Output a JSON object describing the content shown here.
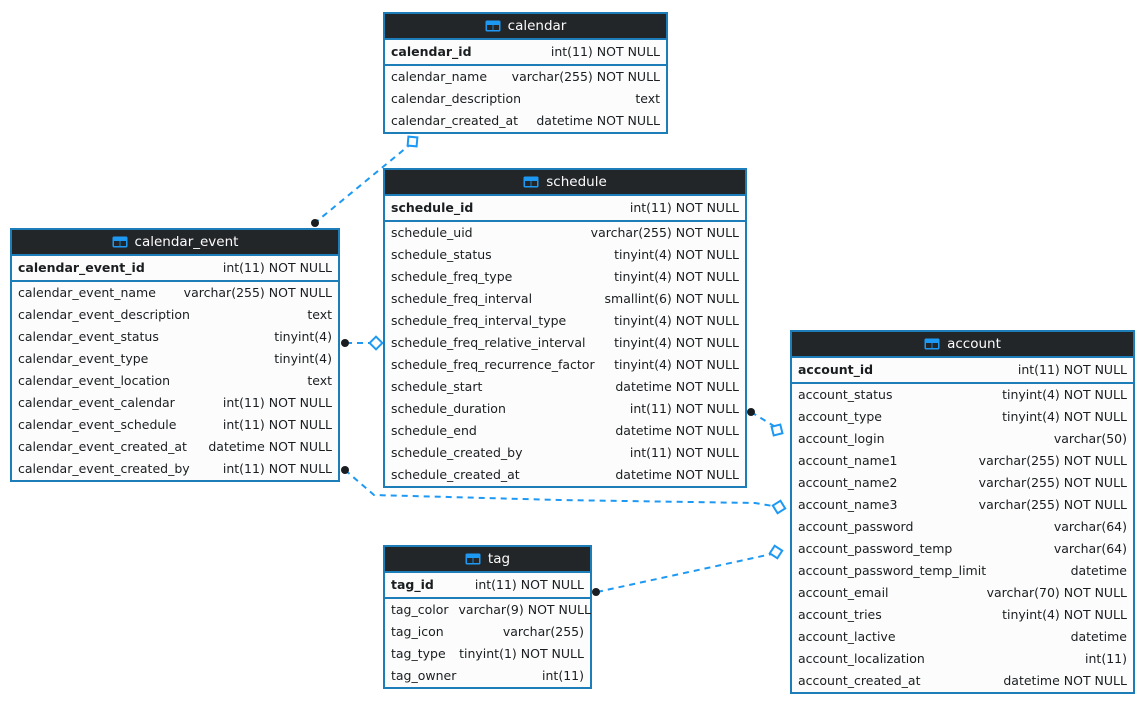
{
  "diagram": {
    "colors": {
      "table_border": "#1c7db8",
      "relation_line": "#1d99f3",
      "header_bg": "#232629",
      "header_text": "#fcfcfc",
      "body_bg": "#fcfcfc",
      "text": "#1a1e20"
    },
    "tables": [
      {
        "id": "calendar",
        "title": "calendar",
        "primary_key": {
          "name": "calendar_id",
          "type": "int(11) NOT NULL"
        },
        "columns": [
          {
            "name": "calendar_name",
            "type": "varchar(255) NOT NULL"
          },
          {
            "name": "calendar_description",
            "type": "text"
          },
          {
            "name": "calendar_created_at",
            "type": "datetime NOT NULL"
          }
        ]
      },
      {
        "id": "schedule",
        "title": "schedule",
        "primary_key": {
          "name": "schedule_id",
          "type": "int(11) NOT NULL"
        },
        "columns": [
          {
            "name": "schedule_uid",
            "type": "varchar(255) NOT NULL"
          },
          {
            "name": "schedule_status",
            "type": "tinyint(4) NOT NULL"
          },
          {
            "name": "schedule_freq_type",
            "type": "tinyint(4) NOT NULL"
          },
          {
            "name": "schedule_freq_interval",
            "type": "smallint(6) NOT NULL"
          },
          {
            "name": "schedule_freq_interval_type",
            "type": "tinyint(4) NOT NULL"
          },
          {
            "name": "schedule_freq_relative_interval",
            "type": "tinyint(4) NOT NULL"
          },
          {
            "name": "schedule_freq_recurrence_factor",
            "type": "tinyint(4) NOT NULL"
          },
          {
            "name": "schedule_start",
            "type": "datetime NOT NULL"
          },
          {
            "name": "schedule_duration",
            "type": "int(11) NOT NULL"
          },
          {
            "name": "schedule_end",
            "type": "datetime NOT NULL"
          },
          {
            "name": "schedule_created_by",
            "type": "int(11) NOT NULL"
          },
          {
            "name": "schedule_created_at",
            "type": "datetime NOT NULL"
          }
        ]
      },
      {
        "id": "calendar_event",
        "title": "calendar_event",
        "primary_key": {
          "name": "calendar_event_id",
          "type": "int(11) NOT NULL"
        },
        "columns": [
          {
            "name": "calendar_event_name",
            "type": "varchar(255) NOT NULL"
          },
          {
            "name": "calendar_event_description",
            "type": "text"
          },
          {
            "name": "calendar_event_status",
            "type": "tinyint(4)"
          },
          {
            "name": "calendar_event_type",
            "type": "tinyint(4)"
          },
          {
            "name": "calendar_event_location",
            "type": "text"
          },
          {
            "name": "calendar_event_calendar",
            "type": "int(11) NOT NULL"
          },
          {
            "name": "calendar_event_schedule",
            "type": "int(11) NOT NULL"
          },
          {
            "name": "calendar_event_created_at",
            "type": "datetime NOT NULL"
          },
          {
            "name": "calendar_event_created_by",
            "type": "int(11) NOT NULL"
          }
        ]
      },
      {
        "id": "account",
        "title": "account",
        "primary_key": {
          "name": "account_id",
          "type": "int(11) NOT NULL"
        },
        "columns": [
          {
            "name": "account_status",
            "type": "tinyint(4) NOT NULL"
          },
          {
            "name": "account_type",
            "type": "tinyint(4) NOT NULL"
          },
          {
            "name": "account_login",
            "type": "varchar(50)"
          },
          {
            "name": "account_name1",
            "type": "varchar(255) NOT NULL"
          },
          {
            "name": "account_name2",
            "type": "varchar(255) NOT NULL"
          },
          {
            "name": "account_name3",
            "type": "varchar(255) NOT NULL"
          },
          {
            "name": "account_password",
            "type": "varchar(64)"
          },
          {
            "name": "account_password_temp",
            "type": "varchar(64)"
          },
          {
            "name": "account_password_temp_limit",
            "type": "datetime"
          },
          {
            "name": "account_email",
            "type": "varchar(70) NOT NULL"
          },
          {
            "name": "account_tries",
            "type": "tinyint(4) NOT NULL"
          },
          {
            "name": "account_lactive",
            "type": "datetime"
          },
          {
            "name": "account_localization",
            "type": "int(11)"
          },
          {
            "name": "account_created_at",
            "type": "datetime NOT NULL"
          }
        ]
      },
      {
        "id": "tag",
        "title": "tag",
        "primary_key": {
          "name": "tag_id",
          "type": "int(11) NOT NULL"
        },
        "columns": [
          {
            "name": "tag_color",
            "type": "varchar(9) NOT NULL"
          },
          {
            "name": "tag_icon",
            "type": "varchar(255)"
          },
          {
            "name": "tag_type",
            "type": "tinyint(1) NOT NULL"
          },
          {
            "name": "tag_owner",
            "type": "int(11)"
          }
        ]
      }
    ],
    "relationships": [
      {
        "from": "calendar_event",
        "to": "calendar",
        "style": "dashed"
      },
      {
        "from": "calendar_event",
        "to": "schedule",
        "style": "dashed"
      },
      {
        "from": "schedule",
        "to": "account",
        "style": "dashed"
      },
      {
        "from": "calendar_event",
        "to": "account",
        "style": "dashed"
      },
      {
        "from": "tag",
        "to": "account",
        "style": "dashed"
      }
    ]
  }
}
